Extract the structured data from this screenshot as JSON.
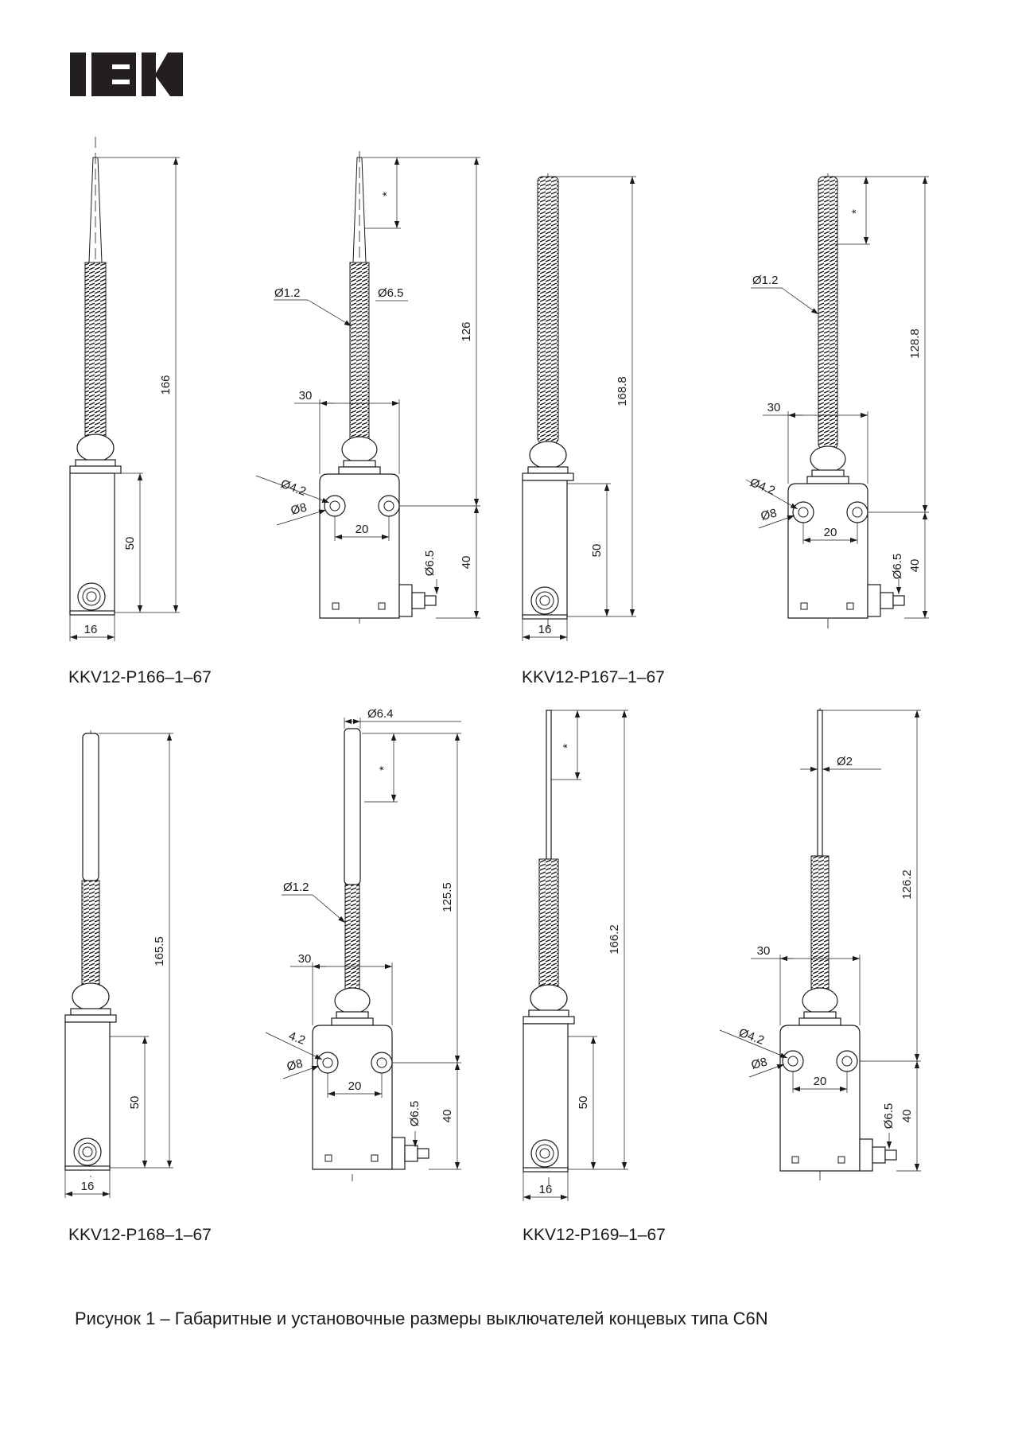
{
  "brand": {
    "logo_text": "IEK",
    "logo_color": "#231f20"
  },
  "figure_caption": "Рисунок 1 – Габаритные и установочные размеры выключателей концевых типа C6N",
  "models": [
    {
      "caption": "KKV12-P166–1–67",
      "front": {
        "overall": "166",
        "height": "50",
        "width": "16"
      },
      "side": {
        "star": "*",
        "wire_d": "Ø1.2",
        "spring_d": "Ø6.5",
        "length": "126",
        "width": "30",
        "hole": "Ø4.2",
        "counterbore": "Ø8",
        "pitch": "20",
        "gland": "Ø6.5",
        "height": "40"
      }
    },
    {
      "caption": "KKV12-P167–1–67",
      "front": {
        "overall": "168.8",
        "height": "50",
        "width": "16"
      },
      "side": {
        "star": "*",
        "wire_d": "Ø1.2",
        "length": "128.8",
        "width": "30",
        "hole": "Ø4.2",
        "counterbore": "Ø8",
        "pitch": "20",
        "gland": "Ø6.5",
        "height": "40"
      }
    },
    {
      "caption": "KKV12-P168–1–67",
      "front": {
        "overall": "165.5",
        "height": "50",
        "width": "16"
      },
      "side": {
        "star": "*",
        "rod_d": "Ø6.4",
        "wire_d": "Ø1.2",
        "length": "125.5",
        "width": "30",
        "hole": "4.2",
        "counterbore": "Ø8",
        "pitch": "20",
        "gland": "Ø6.5",
        "height": "40"
      }
    },
    {
      "caption": "KKV12-P169–1–67",
      "front": {
        "star": "*",
        "overall": "166.2",
        "height": "50",
        "width": "16"
      },
      "side": {
        "rod_d": "Ø2",
        "length": "126.2",
        "width": "30",
        "hole": "Ø4.2",
        "counterbore": "Ø8",
        "pitch": "20",
        "gland": "Ø6.5",
        "height": "40"
      }
    }
  ]
}
